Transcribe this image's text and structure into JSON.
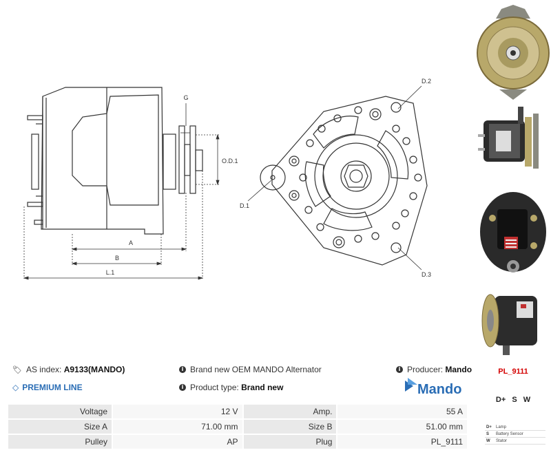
{
  "drawing": {
    "labels": {
      "g": "G",
      "od1": "O.D.1",
      "a": "A",
      "b": "B",
      "l1": "L.1",
      "d1": "D.1",
      "d2": "D.2",
      "d3": "D.3"
    }
  },
  "info": {
    "as_index_label": "AS index:",
    "as_index_value": "A9133(MANDO)",
    "description": "Brand new OEM MANDO Alternator",
    "producer_label": "Producer:",
    "producer_value": "Mando",
    "premium_line": "PREMIUM LINE",
    "product_type_label": "Product type:",
    "product_type_value": "Brand new",
    "logo_text": "Mando"
  },
  "plug": {
    "code": "PL_9111",
    "terminals": "D+ S W",
    "legend": [
      {
        "key": "D+",
        "value": "Lamp"
      },
      {
        "key": "S",
        "value": "Battery Sensor"
      },
      {
        "key": "W",
        "value": "Stator"
      }
    ]
  },
  "specs": [
    {
      "label1": "Voltage",
      "value1": "12 V",
      "label2": "Amp.",
      "value2": "55 A"
    },
    {
      "label1": "Size A",
      "value1": "71.00 mm",
      "label2": "Size B",
      "value2": "51.00 mm"
    },
    {
      "label1": "Pulley",
      "value1": "AP",
      "label2": "Plug",
      "value2": "PL_9111"
    }
  ],
  "colors": {
    "accent_blue": "#2a6db5",
    "plug_red": "#d40000",
    "label_bg": "#e9e9e9",
    "value_bg": "#f7f7f7"
  }
}
